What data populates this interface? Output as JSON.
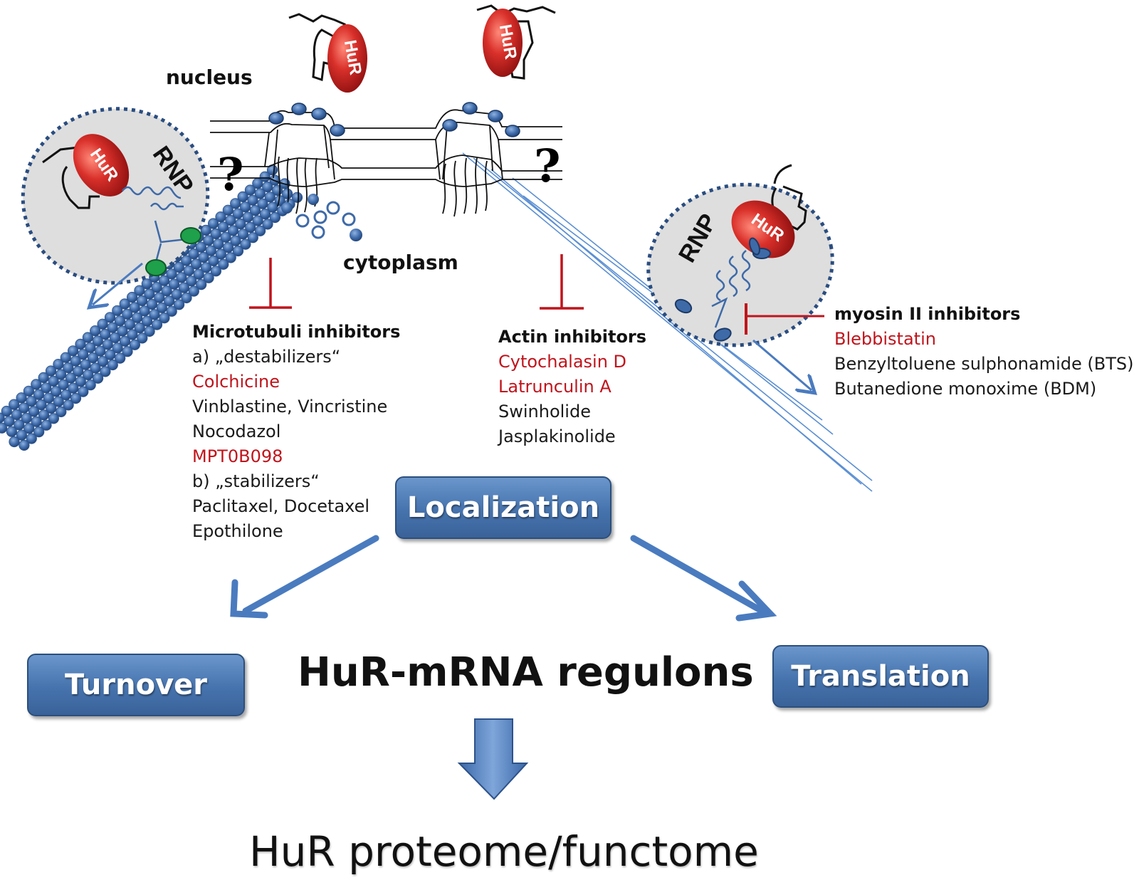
{
  "labels": {
    "nucleus": "nucleus",
    "cytoplasm": "cytoplasm",
    "question_left": "?",
    "question_right": "?",
    "rnp_left": "RNP",
    "rnp_right": "RNP",
    "hur": "HuR"
  },
  "microtubuli": {
    "title": "Microtubuli inhibitors",
    "items": [
      {
        "text": "a) „destabilizers“",
        "color": "#1a1a1a"
      },
      {
        "text": "Colchicine",
        "color": "#c0141c"
      },
      {
        "text": "Vinblastine, Vincristine",
        "color": "#1a1a1a"
      },
      {
        "text": "Nocodazol",
        "color": "#1a1a1a"
      },
      {
        "text": "MPT0B098",
        "color": "#c0141c"
      },
      {
        "text": "b) „stabilizers“",
        "color": "#1a1a1a"
      },
      {
        "text": "Paclitaxel, Docetaxel",
        "color": "#1a1a1a"
      },
      {
        "text": "Epothilone",
        "color": "#1a1a1a"
      }
    ]
  },
  "actin": {
    "title": "Actin inhibitors",
    "items": [
      {
        "text": "Cytochalasin D",
        "color": "#c0141c"
      },
      {
        "text": "Latrunculin A",
        "color": "#c0141c"
      },
      {
        "text": "Swinholide",
        "color": "#1a1a1a"
      },
      {
        "text": "Jasplakinolide",
        "color": "#1a1a1a"
      }
    ]
  },
  "myosin": {
    "title": "myosin II inhibitors",
    "items": [
      {
        "text": "Blebbistatin",
        "color": "#c0141c"
      },
      {
        "text": "Benzyltoluene sulphonamide (BTS)",
        "color": "#1a1a1a"
      },
      {
        "text": "Butanedione monoxime (BDM)",
        "color": "#1a1a1a"
      }
    ]
  },
  "boxes": {
    "localization": "Localization",
    "turnover": "Turnover",
    "translation": "Translation"
  },
  "center_title": "HuR-mRNA regulons",
  "bottom_title": "HuR proteome/functome",
  "colors": {
    "inhibitor_red": "#c0141c",
    "arrow_blue": "#4a7bbf",
    "bead_blue": "#3e6aa8",
    "hur_red": "#d42a2a",
    "rnp_gray": "#dcdcdc",
    "motor_green": "#1fa04a"
  }
}
